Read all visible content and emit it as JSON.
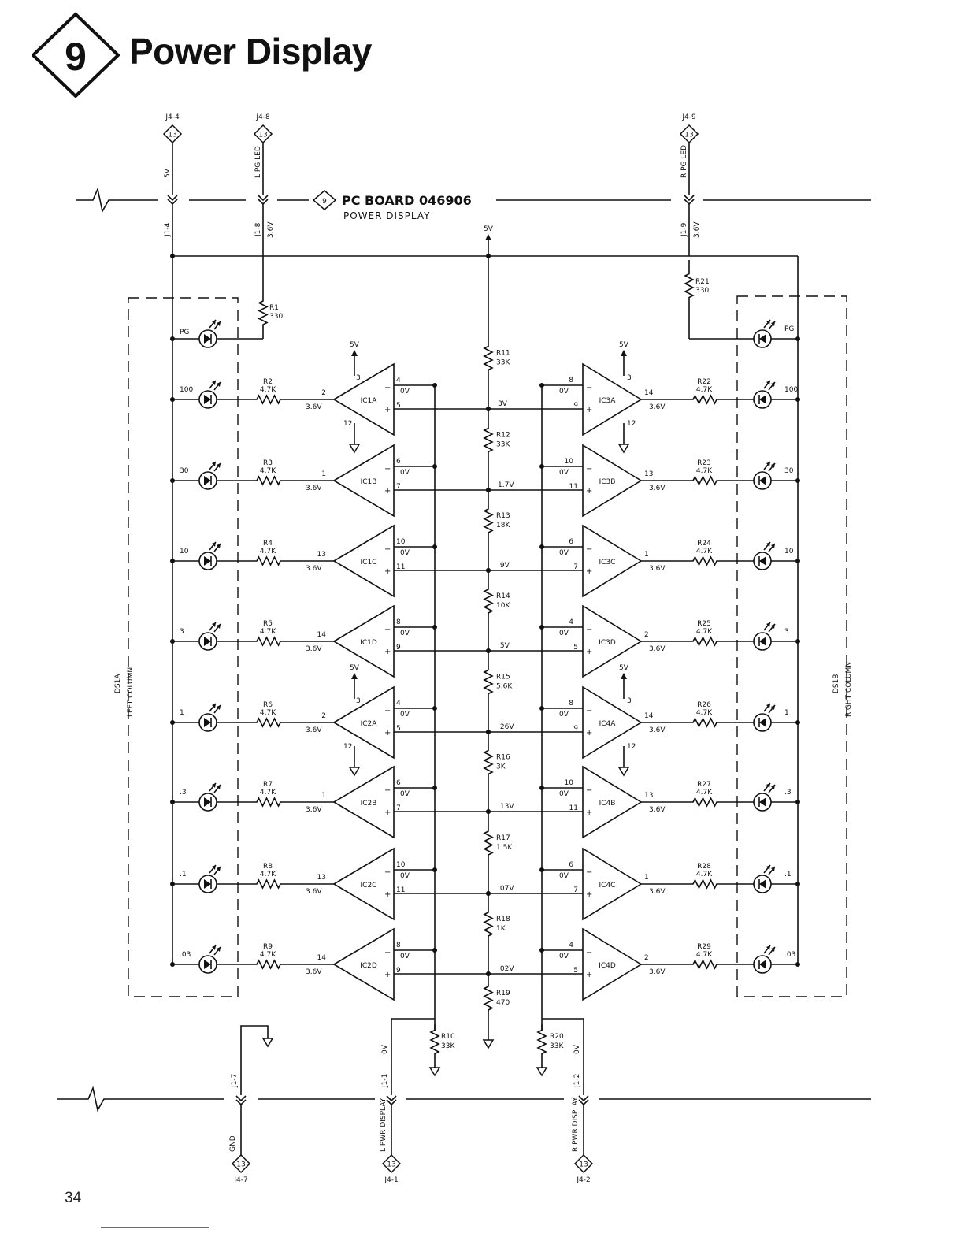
{
  "header": {
    "section_number": "9",
    "title": "Power Display"
  },
  "page_number": "34",
  "board": {
    "marker": "9",
    "title": "PC BOARD 046906",
    "subtitle": "POWER DISPLAY"
  },
  "top_connectors": [
    {
      "j4": "J4-4",
      "j1": "J1-4",
      "signal": "5V",
      "tag": "13",
      "voltage": ""
    },
    {
      "j4": "J4-8",
      "j1": "J1-8",
      "signal": "L PG LED",
      "tag": "13",
      "voltage": "3.6V"
    },
    {
      "j4": "J4-9",
      "j1": "J1-9",
      "signal": "R PG LED",
      "tag": "13",
      "voltage": "3.6V"
    }
  ],
  "bottom_connectors": [
    {
      "j4": "J4-7",
      "j1": "J1-7",
      "signal": "GND",
      "tag": "13",
      "wire": ""
    },
    {
      "j4": "J4-1",
      "j1": "J1-1",
      "signal": "L PWR DISPLAY",
      "tag": "13",
      "wire": "0V"
    },
    {
      "j4": "J4-2",
      "j1": "J1-2",
      "signal": "R PWR DISPLAY",
      "tag": "13",
      "wire": "0V"
    }
  ],
  "supply": "5V",
  "pg_resistors": [
    {
      "name": "R1",
      "value": "330",
      "led": "PG"
    },
    {
      "name": "R21",
      "value": "330",
      "led": "PG"
    }
  ],
  "ladder": [
    {
      "name": "R11",
      "value": "33K",
      "tap": "3V"
    },
    {
      "name": "R12",
      "value": "33K",
      "tap": "1.7V"
    },
    {
      "name": "R13",
      "value": "18K",
      "tap": ".9V"
    },
    {
      "name": "R14",
      "value": "10K",
      "tap": ".5V"
    },
    {
      "name": "R15",
      "value": "5.6K",
      "tap": ".26V"
    },
    {
      "name": "R16",
      "value": "3K",
      "tap": ".13V"
    },
    {
      "name": "R17",
      "value": "1.5K",
      "tap": ".07V"
    },
    {
      "name": "R18",
      "value": "1K",
      "tap": ".02V"
    },
    {
      "name": "R19",
      "value": "470",
      "tap": ""
    }
  ],
  "pulldowns": [
    {
      "name": "R10",
      "value": "33K"
    },
    {
      "name": "R20",
      "value": "33K"
    }
  ],
  "left_rows": [
    {
      "led": "100",
      "res": "R2",
      "rval": "4.7K",
      "ic": "IC1A",
      "out": "2",
      "inv": "4",
      "ninv": "5",
      "vout": "3.6V",
      "vref": "0V",
      "power": true,
      "vcc": "5V",
      "vcc_pin": "3",
      "gnd_pin": "12"
    },
    {
      "led": "30",
      "res": "R3",
      "rval": "4.7K",
      "ic": "IC1B",
      "out": "1",
      "inv": "6",
      "ninv": "7",
      "vout": "3.6V",
      "vref": "0V",
      "power": false
    },
    {
      "led": "10",
      "res": "R4",
      "rval": "4.7K",
      "ic": "IC1C",
      "out": "13",
      "inv": "10",
      "ninv": "11",
      "vout": "3.6V",
      "vref": "0V",
      "power": false
    },
    {
      "led": "3",
      "res": "R5",
      "rval": "4.7K",
      "ic": "IC1D",
      "out": "14",
      "inv": "8",
      "ninv": "9",
      "vout": "3.6V",
      "vref": "0V",
      "power": false
    },
    {
      "led": "1",
      "res": "R6",
      "rval": "4.7K",
      "ic": "IC2A",
      "out": "2",
      "inv": "4",
      "ninv": "5",
      "vout": "3.6V",
      "vref": "0V",
      "power": true,
      "vcc": "5V",
      "vcc_pin": "3",
      "gnd_pin": "12"
    },
    {
      "led": ".3",
      "res": "R7",
      "rval": "4.7K",
      "ic": "IC2B",
      "out": "1",
      "inv": "6",
      "ninv": "7",
      "vout": "3.6V",
      "vref": "0V",
      "power": false
    },
    {
      "led": ".1",
      "res": "R8",
      "rval": "4.7K",
      "ic": "IC2C",
      "out": "13",
      "inv": "10",
      "ninv": "11",
      "vout": "3.6V",
      "vref": "0V",
      "power": false
    },
    {
      "led": ".03",
      "res": "R9",
      "rval": "4.7K",
      "ic": "IC2D",
      "out": "14",
      "inv": "8",
      "ninv": "9",
      "vout": "3.6V",
      "vref": "0V",
      "power": false
    }
  ],
  "right_rows": [
    {
      "led": "100",
      "res": "R22",
      "rval": "4.7K",
      "ic": "IC3A",
      "out": "14",
      "inv": "8",
      "ninv": "9",
      "vout": "3.6V",
      "vref": "0V",
      "power": true,
      "vcc": "5V",
      "vcc_pin": "3",
      "gnd_pin": "12"
    },
    {
      "led": "30",
      "res": "R23",
      "rval": "4.7K",
      "ic": "IC3B",
      "out": "13",
      "inv": "10",
      "ninv": "11",
      "vout": "3.6V",
      "vref": "0V",
      "power": false
    },
    {
      "led": "10",
      "res": "R24",
      "rval": "4.7K",
      "ic": "IC3C",
      "out": "1",
      "inv": "6",
      "ninv": "7",
      "vout": "3.6V",
      "vref": "0V",
      "power": false
    },
    {
      "led": "3",
      "res": "R25",
      "rval": "4.7K",
      "ic": "IC3D",
      "out": "2",
      "inv": "4",
      "ninv": "5",
      "vout": "3.6V",
      "vref": "0V",
      "power": false
    },
    {
      "led": "1",
      "res": "R26",
      "rval": "4.7K",
      "ic": "IC4A",
      "out": "14",
      "inv": "8",
      "ninv": "9",
      "vout": "3.6V",
      "vref": "0V",
      "power": true,
      "vcc": "5V",
      "vcc_pin": "3",
      "gnd_pin": "12"
    },
    {
      "led": ".3",
      "res": "R27",
      "rval": "4.7K",
      "ic": "IC4B",
      "out": "13",
      "inv": "10",
      "ninv": "11",
      "vout": "3.6V",
      "vref": "0V",
      "power": false
    },
    {
      "led": ".1",
      "res": "R28",
      "rval": "4.7K",
      "ic": "IC4C",
      "out": "1",
      "inv": "6",
      "ninv": "7",
      "vout": "3.6V",
      "vref": "0V",
      "power": false
    },
    {
      "led": ".03",
      "res": "R29",
      "rval": "4.7K",
      "ic": "IC4D",
      "out": "2",
      "inv": "4",
      "ninv": "5",
      "vout": "3.6V",
      "vref": "0V",
      "power": false
    }
  ],
  "displays": {
    "left": {
      "name": "DS1A",
      "caption": "LEFT COLUMN"
    },
    "right": {
      "name": "DS1B",
      "caption": "RIGHT COLUMN"
    }
  }
}
